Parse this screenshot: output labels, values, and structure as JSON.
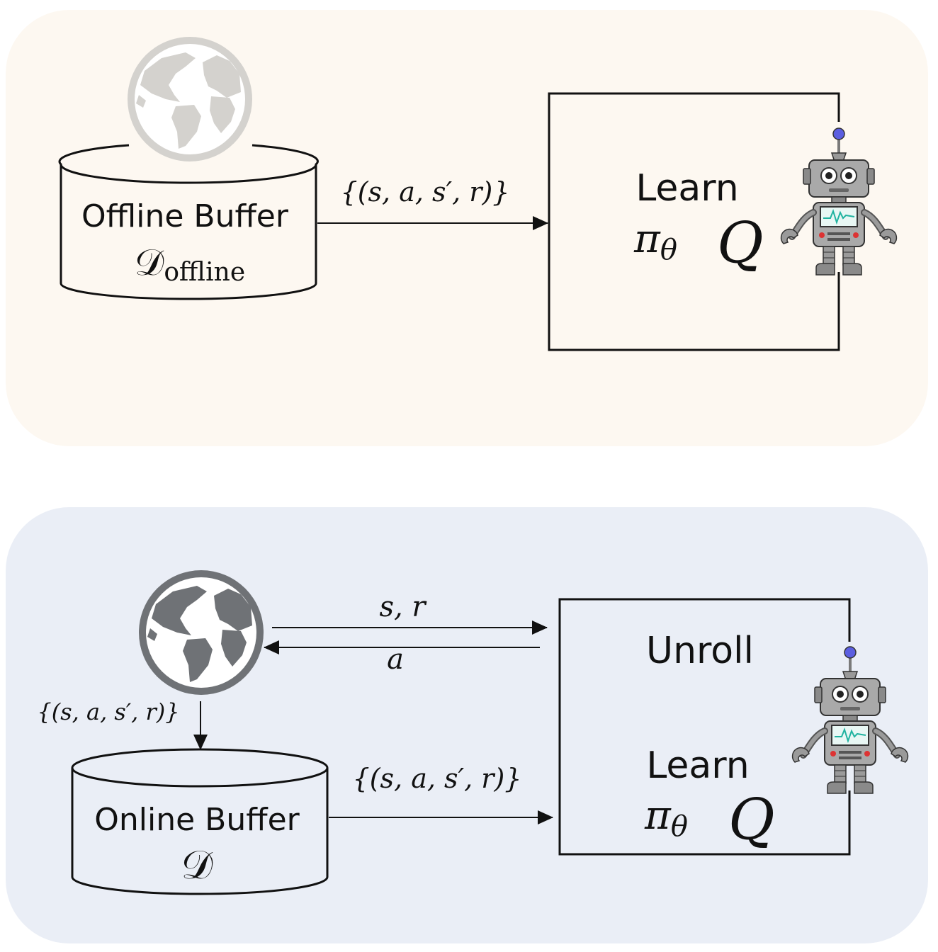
{
  "offline_panel": {
    "bg_color": "#fdf8f1",
    "buffer": {
      "title": "Offline Buffer",
      "symbol": "𝒟",
      "subscript": "offline"
    },
    "transition_label": "{(s, a, s′, r)}",
    "agent_box": {
      "action": "Learn",
      "policy": "π",
      "policy_sub": "θ",
      "q": "Q"
    }
  },
  "online_panel": {
    "bg_color": "#eaeef6",
    "env_to_agent_label": "s, r",
    "agent_to_env_label": "a",
    "env_to_buffer_label": "{(s, a, s′, r)}",
    "buffer": {
      "title": "Online Buffer",
      "symbol": "𝒟"
    },
    "transition_label": "{(s, a, s′, r)}",
    "agent_box": {
      "unroll": "Unroll",
      "action": "Learn",
      "policy": "π",
      "policy_sub": "θ",
      "q": "Q"
    }
  },
  "icons": {
    "environment": "globe-icon",
    "agent": "robot-icon"
  },
  "colors": {
    "globe_faded": "#d4d2ce",
    "globe_active": "#6f7276",
    "robot_antenna": "#5b5ee0",
    "ink": "#111111"
  }
}
